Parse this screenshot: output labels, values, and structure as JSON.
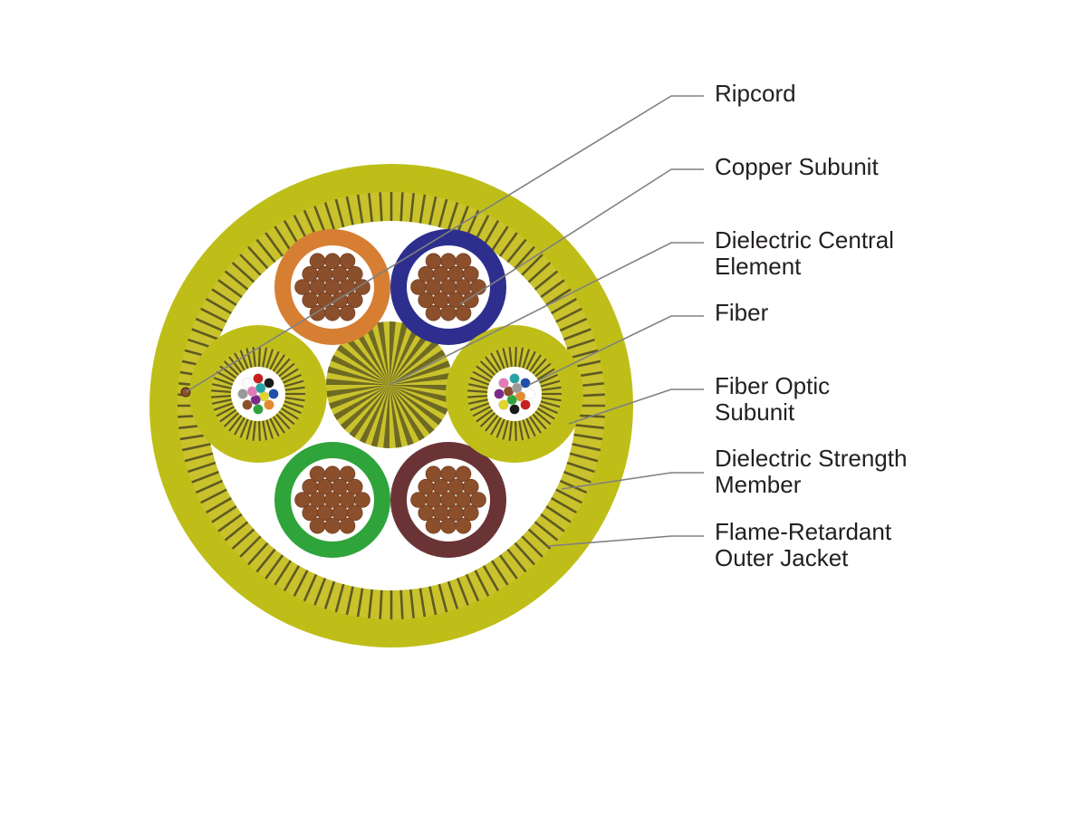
{
  "diagram": {
    "labels": {
      "ripcord": [
        "Ripcord"
      ],
      "copper_subunit": [
        "Copper Subunit"
      ],
      "dielectric_central_element": [
        "Dielectric Central",
        "Element"
      ],
      "fiber": [
        "Fiber"
      ],
      "fiber_optic_subunit": [
        "Fiber Optic",
        "Subunit"
      ],
      "dielectric_strength_member": [
        "Dielectric Strength",
        "Member"
      ],
      "flame_retardant_outer_jacket": [
        "Flame-Retardant",
        "Outer Jacket"
      ]
    },
    "colors": {
      "jacket": "#bfbe18",
      "strength_light": "#c9c22c",
      "strength_dark": "#5e5a22",
      "background_inner": "#ffffff",
      "copper_wire": "#8b4f2c",
      "copper_wire_dark": "#6b3a1f",
      "leader_line": "#808080",
      "text": "#231f20"
    },
    "copper_subunits": [
      {
        "name": "copper-subunit-orange",
        "insulation_color": "#d67f33"
      },
      {
        "name": "copper-subunit-blue",
        "insulation_color": "#2e2e8f"
      },
      {
        "name": "copper-subunit-green",
        "insulation_color": "#2ea43a"
      },
      {
        "name": "copper-subunit-brown",
        "insulation_color": "#6a3436"
      }
    ],
    "fiber_colors": [
      "#1f4fa8",
      "#e48a2a",
      "#2ea43a",
      "#8b4f2c",
      "#9a9a9a",
      "#ffffff",
      "#c8201e",
      "#1a1a1a",
      "#e3d52a",
      "#7a2a8a",
      "#e07ab8",
      "#27a3a3"
    ]
  }
}
